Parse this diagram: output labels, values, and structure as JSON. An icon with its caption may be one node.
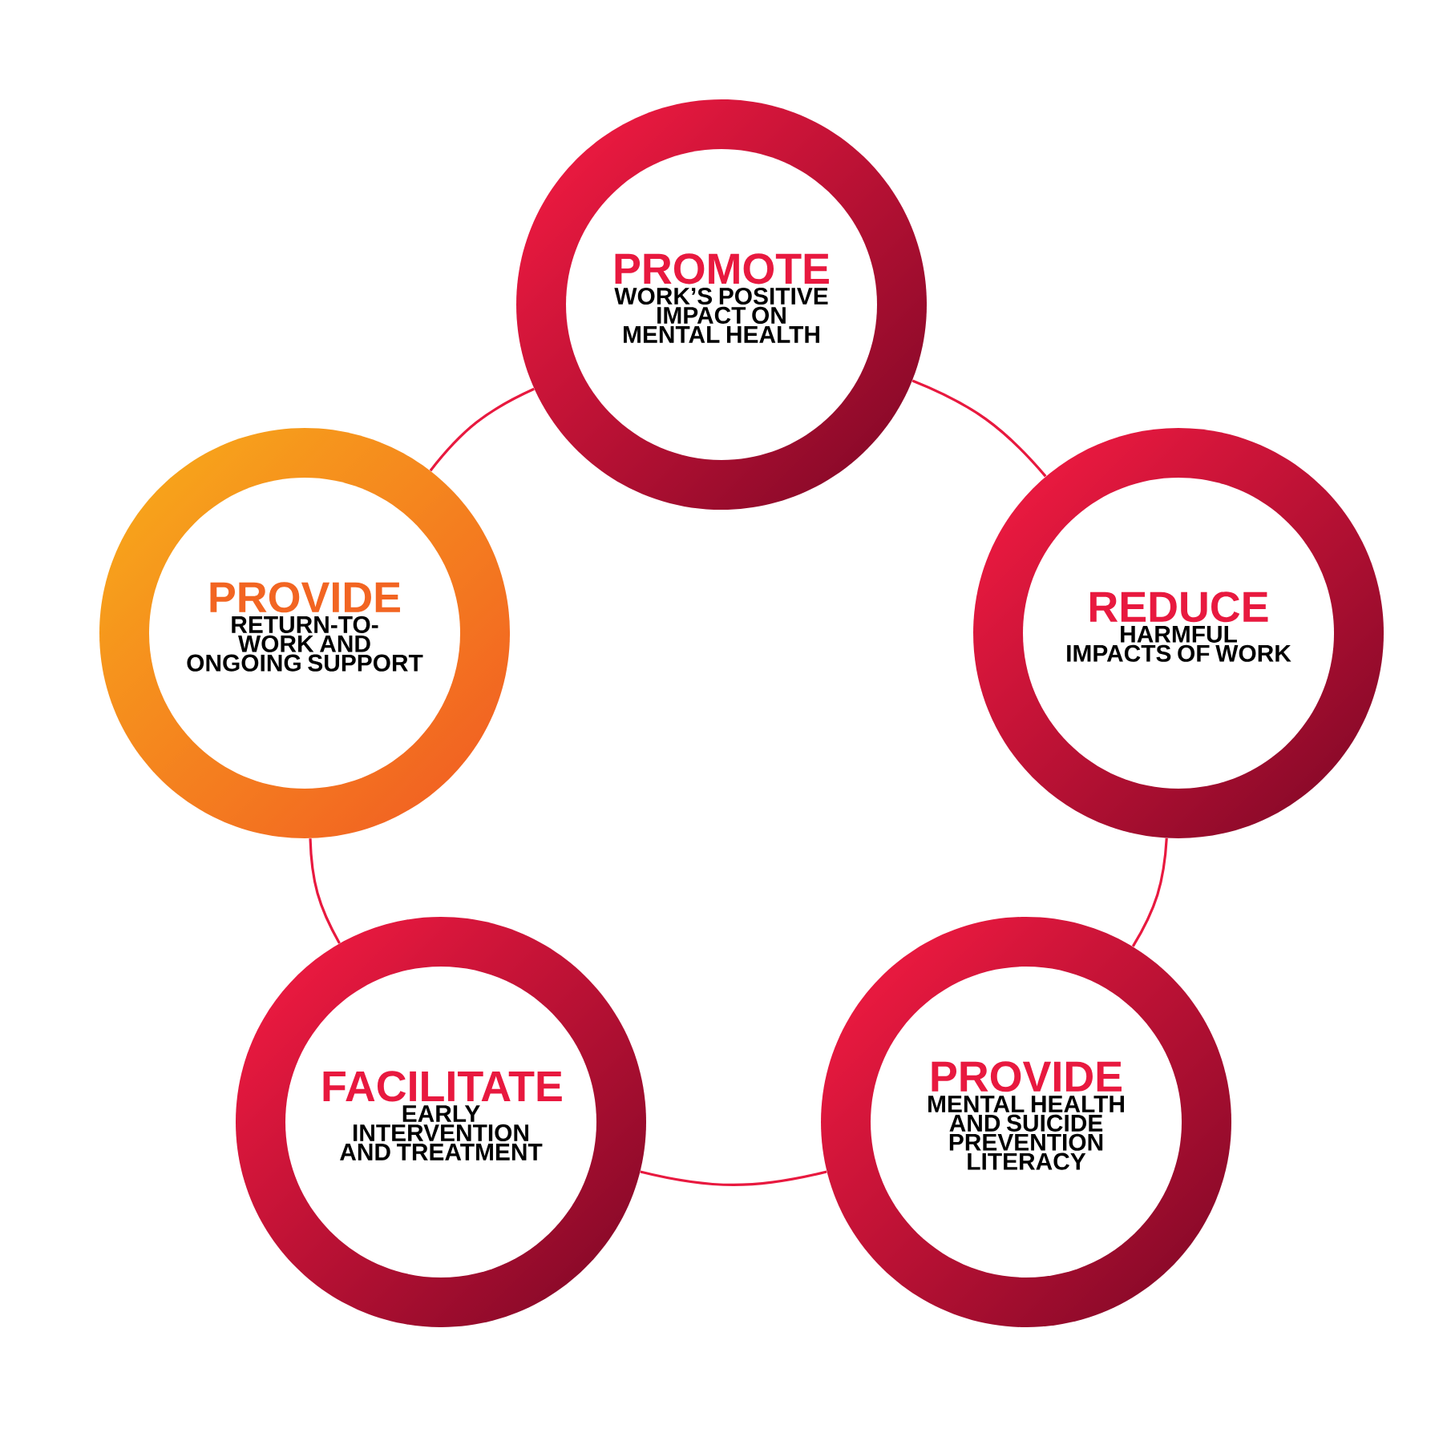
{
  "diagram": {
    "nodes": [
      {
        "text": [
          "PROMOTE",
          "WORK’S POSITIVE IMPACT ON MENTAL HEALTH"
        ]
      },
      {
        "text": [
          "REDUCE",
          "HARMFUL IMPACTS OF WORK"
        ]
      },
      {
        "text": [
          "PROVIDE",
          "MENTAL HEALTH AND SUICIDE PREVENTION LITERACY"
        ]
      },
      {
        "text": [
          "FACILITATE",
          "EARLY INTERVENTION AND TREATMENT"
        ]
      },
      {
        "text": [
          "PROVIDE",
          "RETURN-TO-WORK AND ONGOING SUPPORT"
        ]
      }
    ],
    "edges": [
      {
        "from": 0,
        "to": 1,
        "arrow": "none"
      },
      {
        "from": 1,
        "to": 2,
        "arrow": "none"
      },
      {
        "from": 2,
        "to": 3,
        "arrow": "none"
      },
      {
        "from": 3,
        "to": 4,
        "arrow": "none"
      },
      {
        "from": 4,
        "to": 0,
        "arrow": "none"
      }
    ]
  }
}
